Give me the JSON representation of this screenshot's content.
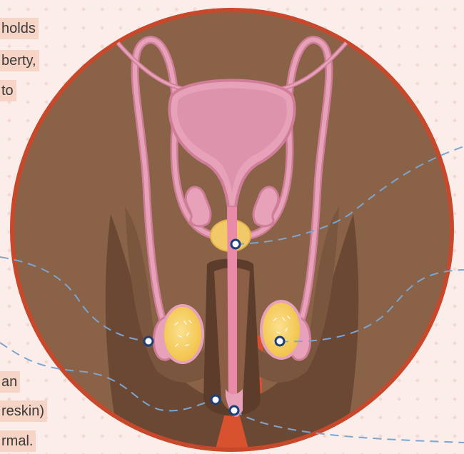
{
  "text_top": [
    "holds",
    "berty,",
    "to"
  ],
  "text_bottom": [
    "an",
    "reskin)",
    "rmal."
  ],
  "colors": {
    "background": "#fbeeea",
    "dots": "#f3d9d3",
    "ring": "#c8482c",
    "skin": "#8a6248",
    "skin_dark": "#6b4833",
    "anatomy_pink": "#e7a2ba",
    "anatomy_outline": "#d07d97",
    "gland_yellow": "#f2c969",
    "testis_yellow": "#f5c947",
    "urethra": "#e88aa8",
    "inner_red": "#d9522f",
    "dashed_line": "#7ba5cf",
    "marker_stroke": "#1f3f78"
  },
  "markers": [
    "prostate",
    "left-testis",
    "right-testis",
    "shaft",
    "glans"
  ]
}
